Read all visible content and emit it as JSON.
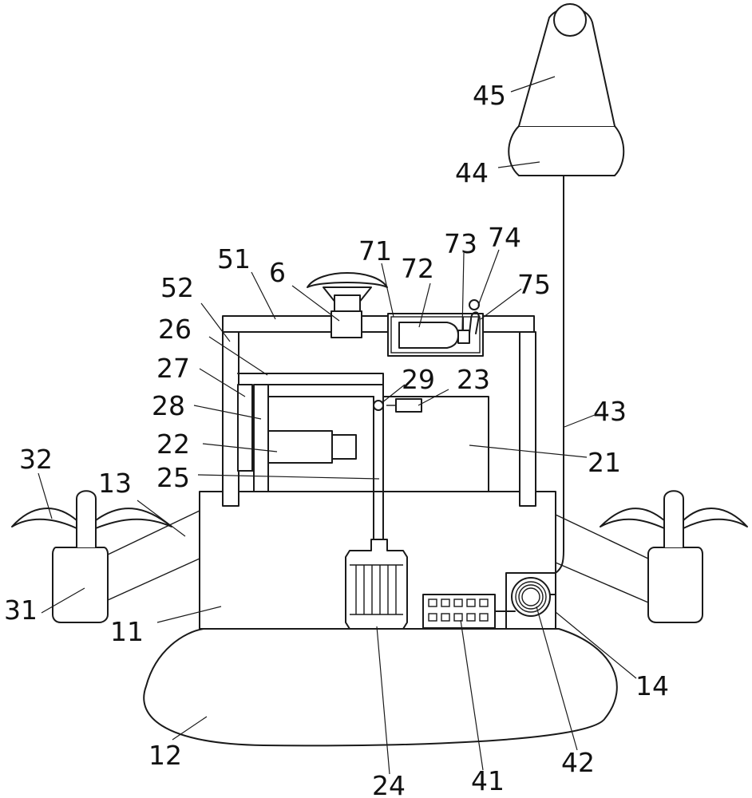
{
  "labels": {
    "l11": "11",
    "l12": "12",
    "l13": "13",
    "l14": "14",
    "l21": "21",
    "l22": "22",
    "l23": "23",
    "l24": "24",
    "l25": "25",
    "l26": "26",
    "l27": "27",
    "l28": "28",
    "l29": "29",
    "l31": "31",
    "l32": "32",
    "l41": "41",
    "l42": "42",
    "l43": "43",
    "l44": "44",
    "l45": "45",
    "l51": "51",
    "l52": "52",
    "l6": "6",
    "l71": "71",
    "l72": "72",
    "l73": "73",
    "l74": "74",
    "l75": "75"
  }
}
